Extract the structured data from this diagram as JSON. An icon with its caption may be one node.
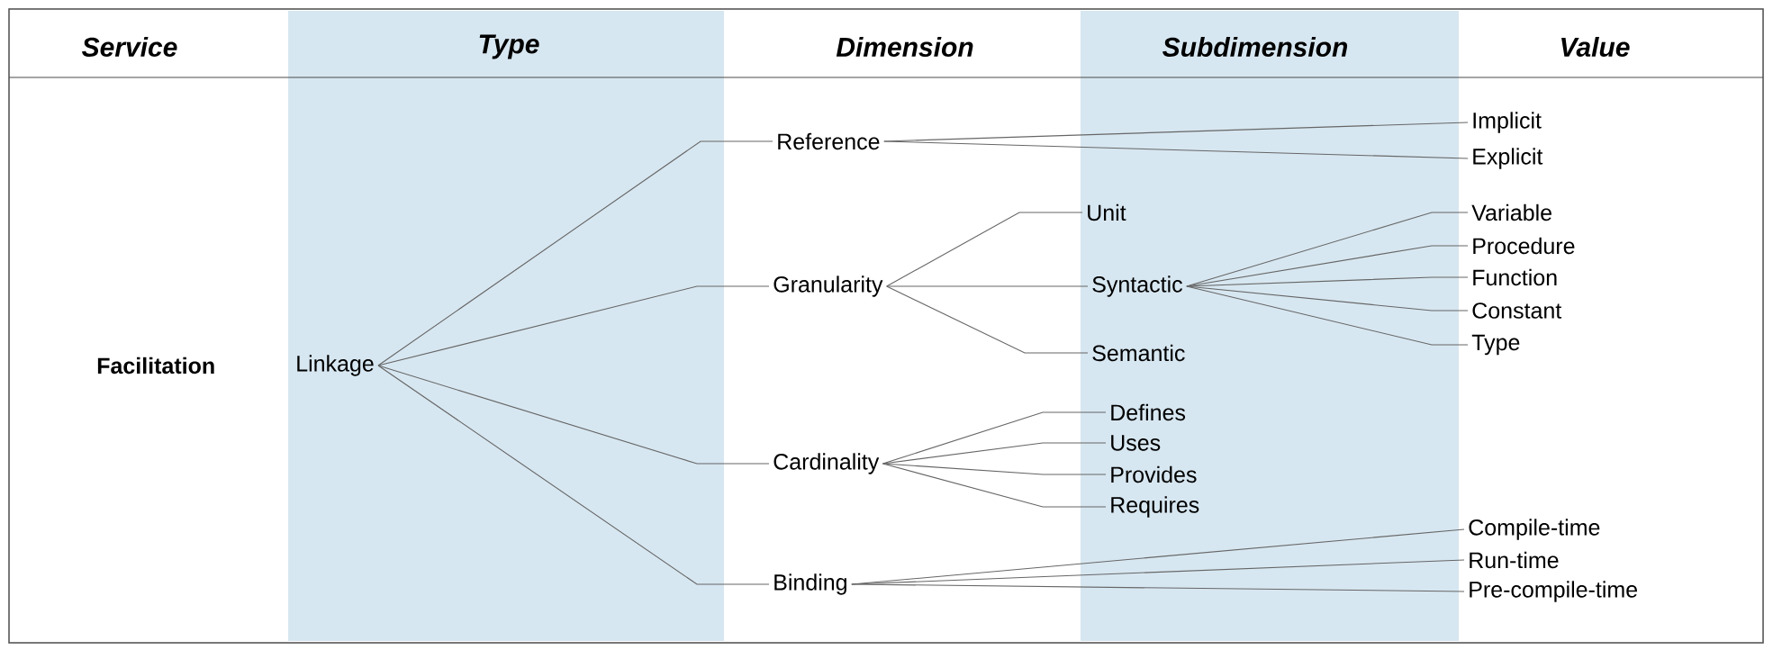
{
  "diagram": {
    "nodes": [
      {
        "text": [
          "Facilitation"
        ]
      },
      {
        "text": [
          "Linkage"
        ]
      },
      {
        "text": [
          "Reference"
        ]
      },
      {
        "text": [
          "Granularity"
        ]
      },
      {
        "text": [
          "Cardinality"
        ]
      },
      {
        "text": [
          "Binding"
        ]
      },
      {
        "text": [
          "Unit"
        ]
      },
      {
        "text": [
          "Syntactic"
        ]
      },
      {
        "text": [
          "Semantic"
        ]
      },
      {
        "text": [
          "Defines"
        ]
      },
      {
        "text": [
          "Uses"
        ]
      },
      {
        "text": [
          "Provides"
        ]
      },
      {
        "text": [
          "Requires"
        ]
      },
      {
        "text": [
          "Implicit"
        ]
      },
      {
        "text": [
          "Explicit"
        ]
      },
      {
        "text": [
          "Variable"
        ]
      },
      {
        "text": [
          "Procedure"
        ]
      },
      {
        "text": [
          "Function"
        ]
      },
      {
        "text": [
          "Constant"
        ]
      },
      {
        "text": [
          "Type"
        ]
      },
      {
        "text": [
          "Compile-time"
        ]
      },
      {
        "text": [
          "Run-time"
        ]
      },
      {
        "text": [
          "Pre-compile-time"
        ]
      }
    ],
    "edges": [
      {
        "from": 1,
        "to": 2,
        "arrow": "none"
      },
      {
        "from": 1,
        "to": 3,
        "arrow": "none"
      },
      {
        "from": 1,
        "to": 4,
        "arrow": "none"
      },
      {
        "from": 1,
        "to": 5,
        "arrow": "none"
      },
      {
        "from": 2,
        "to": 13,
        "arrow": "none"
      },
      {
        "from": 2,
        "to": 14,
        "arrow": "none"
      },
      {
        "from": 3,
        "to": 6,
        "arrow": "none"
      },
      {
        "from": 3,
        "to": 7,
        "arrow": "none"
      },
      {
        "from": 3,
        "to": 8,
        "arrow": "none"
      },
      {
        "from": 7,
        "to": 15,
        "arrow": "none"
      },
      {
        "from": 7,
        "to": 16,
        "arrow": "none"
      },
      {
        "from": 7,
        "to": 17,
        "arrow": "none"
      },
      {
        "from": 7,
        "to": 18,
        "arrow": "none"
      },
      {
        "from": 7,
        "to": 19,
        "arrow": "none"
      },
      {
        "from": 4,
        "to": 9,
        "arrow": "none"
      },
      {
        "from": 4,
        "to": 10,
        "arrow": "none"
      },
      {
        "from": 4,
        "to": 11,
        "arrow": "none"
      },
      {
        "from": 4,
        "to": 12,
        "arrow": "none"
      },
      {
        "from": 5,
        "to": 20,
        "arrow": "none"
      },
      {
        "from": 5,
        "to": 21,
        "arrow": "none"
      },
      {
        "from": 5,
        "to": 22,
        "arrow": "none"
      }
    ],
    "labels": [
      "Service",
      "Type",
      "Dimension",
      "Subdimension",
      "Value"
    ]
  }
}
